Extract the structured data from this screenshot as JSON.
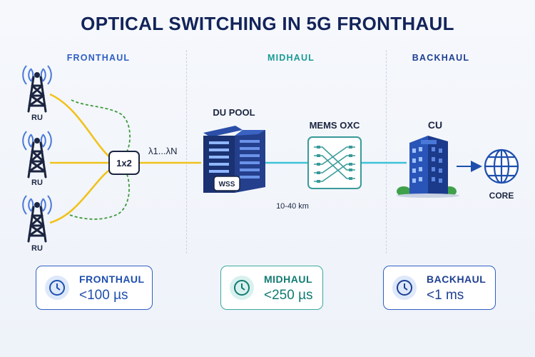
{
  "title": "OPTICAL SWITCHING IN 5G FRONTHAUL",
  "sections": {
    "fronthaul": "FRONTHAUL",
    "midhaul": "MIDHAUL",
    "backhaul": "BACKHAUL"
  },
  "nodes": {
    "ru_1": "RU",
    "ru_2": "RU",
    "ru_3": "RU",
    "splitter": "1x2",
    "wavelengths": "λ1...λN",
    "du_pool": "DU POOL",
    "wss": "WSS",
    "mems": "MEMS OXC",
    "distance": "10-40 km",
    "cu": "CU",
    "core": "CORE"
  },
  "latency": [
    {
      "name": "FRONTHAUL",
      "value": "<100 µs",
      "color": "#1e4fae",
      "border": "#2f5fc4",
      "fill": "#dde8fa"
    },
    {
      "name": "MIDHAUL",
      "value": "<250 µs",
      "color": "#127a72",
      "border": "#3aa99e",
      "fill": "#d9f1ee"
    },
    {
      "name": "BACKHAUL",
      "value": "<1 ms",
      "color": "#1e3f92",
      "border": "#2f5fc4",
      "fill": "#dde8fa"
    }
  ],
  "colors": {
    "title": "#13245a",
    "fronthaul_accent": "#2f5fc4",
    "midhaul_accent": "#1a9a96",
    "backhaul_accent": "#1e3f92",
    "fiber_yellow": "#f1c21b",
    "fiber_cyan": "#3ec3d6",
    "protection_green": "#3e9a3a"
  }
}
